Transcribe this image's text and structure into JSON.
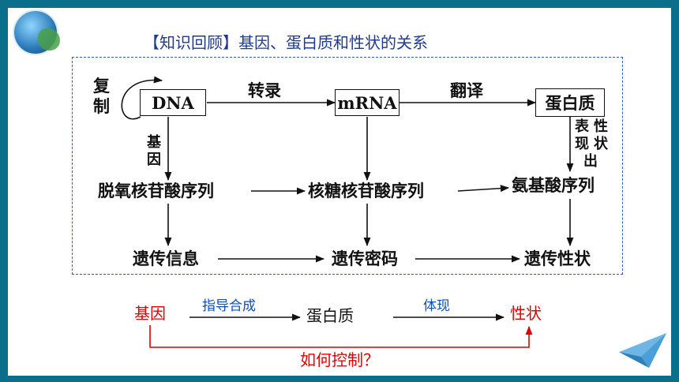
{
  "title": "【知识回顾】基因、蛋白质和性状的关系",
  "diagram": {
    "replication": [
      "复",
      "制"
    ],
    "dna": "DNA",
    "transcription": "转录",
    "mrna": "mRNA",
    "translation": "翻译",
    "protein": "蛋白质",
    "gene_vertical": [
      "基",
      "因"
    ],
    "manifest_col1": [
      "表",
      "现",
      "出"
    ],
    "manifest_col2": [
      "性",
      "状"
    ],
    "deoxy_seq": "脱氧核苷酸序列",
    "ribo_seq": "核糖核苷酸序列",
    "amino_seq": "氨基酸序列",
    "genetic_info": "遗传信息",
    "genetic_code": "遗传密码",
    "genetic_trait": "遗传性状"
  },
  "summary": {
    "gene": "基因",
    "guide_synthesis": "指导合成",
    "protein": "蛋白质",
    "embody": "体现",
    "trait": "性状",
    "question": "如何控制？"
  },
  "colors": {
    "frame": "#0b6f8c",
    "title": "#1f3b8f",
    "red": "#e00000",
    "blue": "#0a4fc0"
  }
}
